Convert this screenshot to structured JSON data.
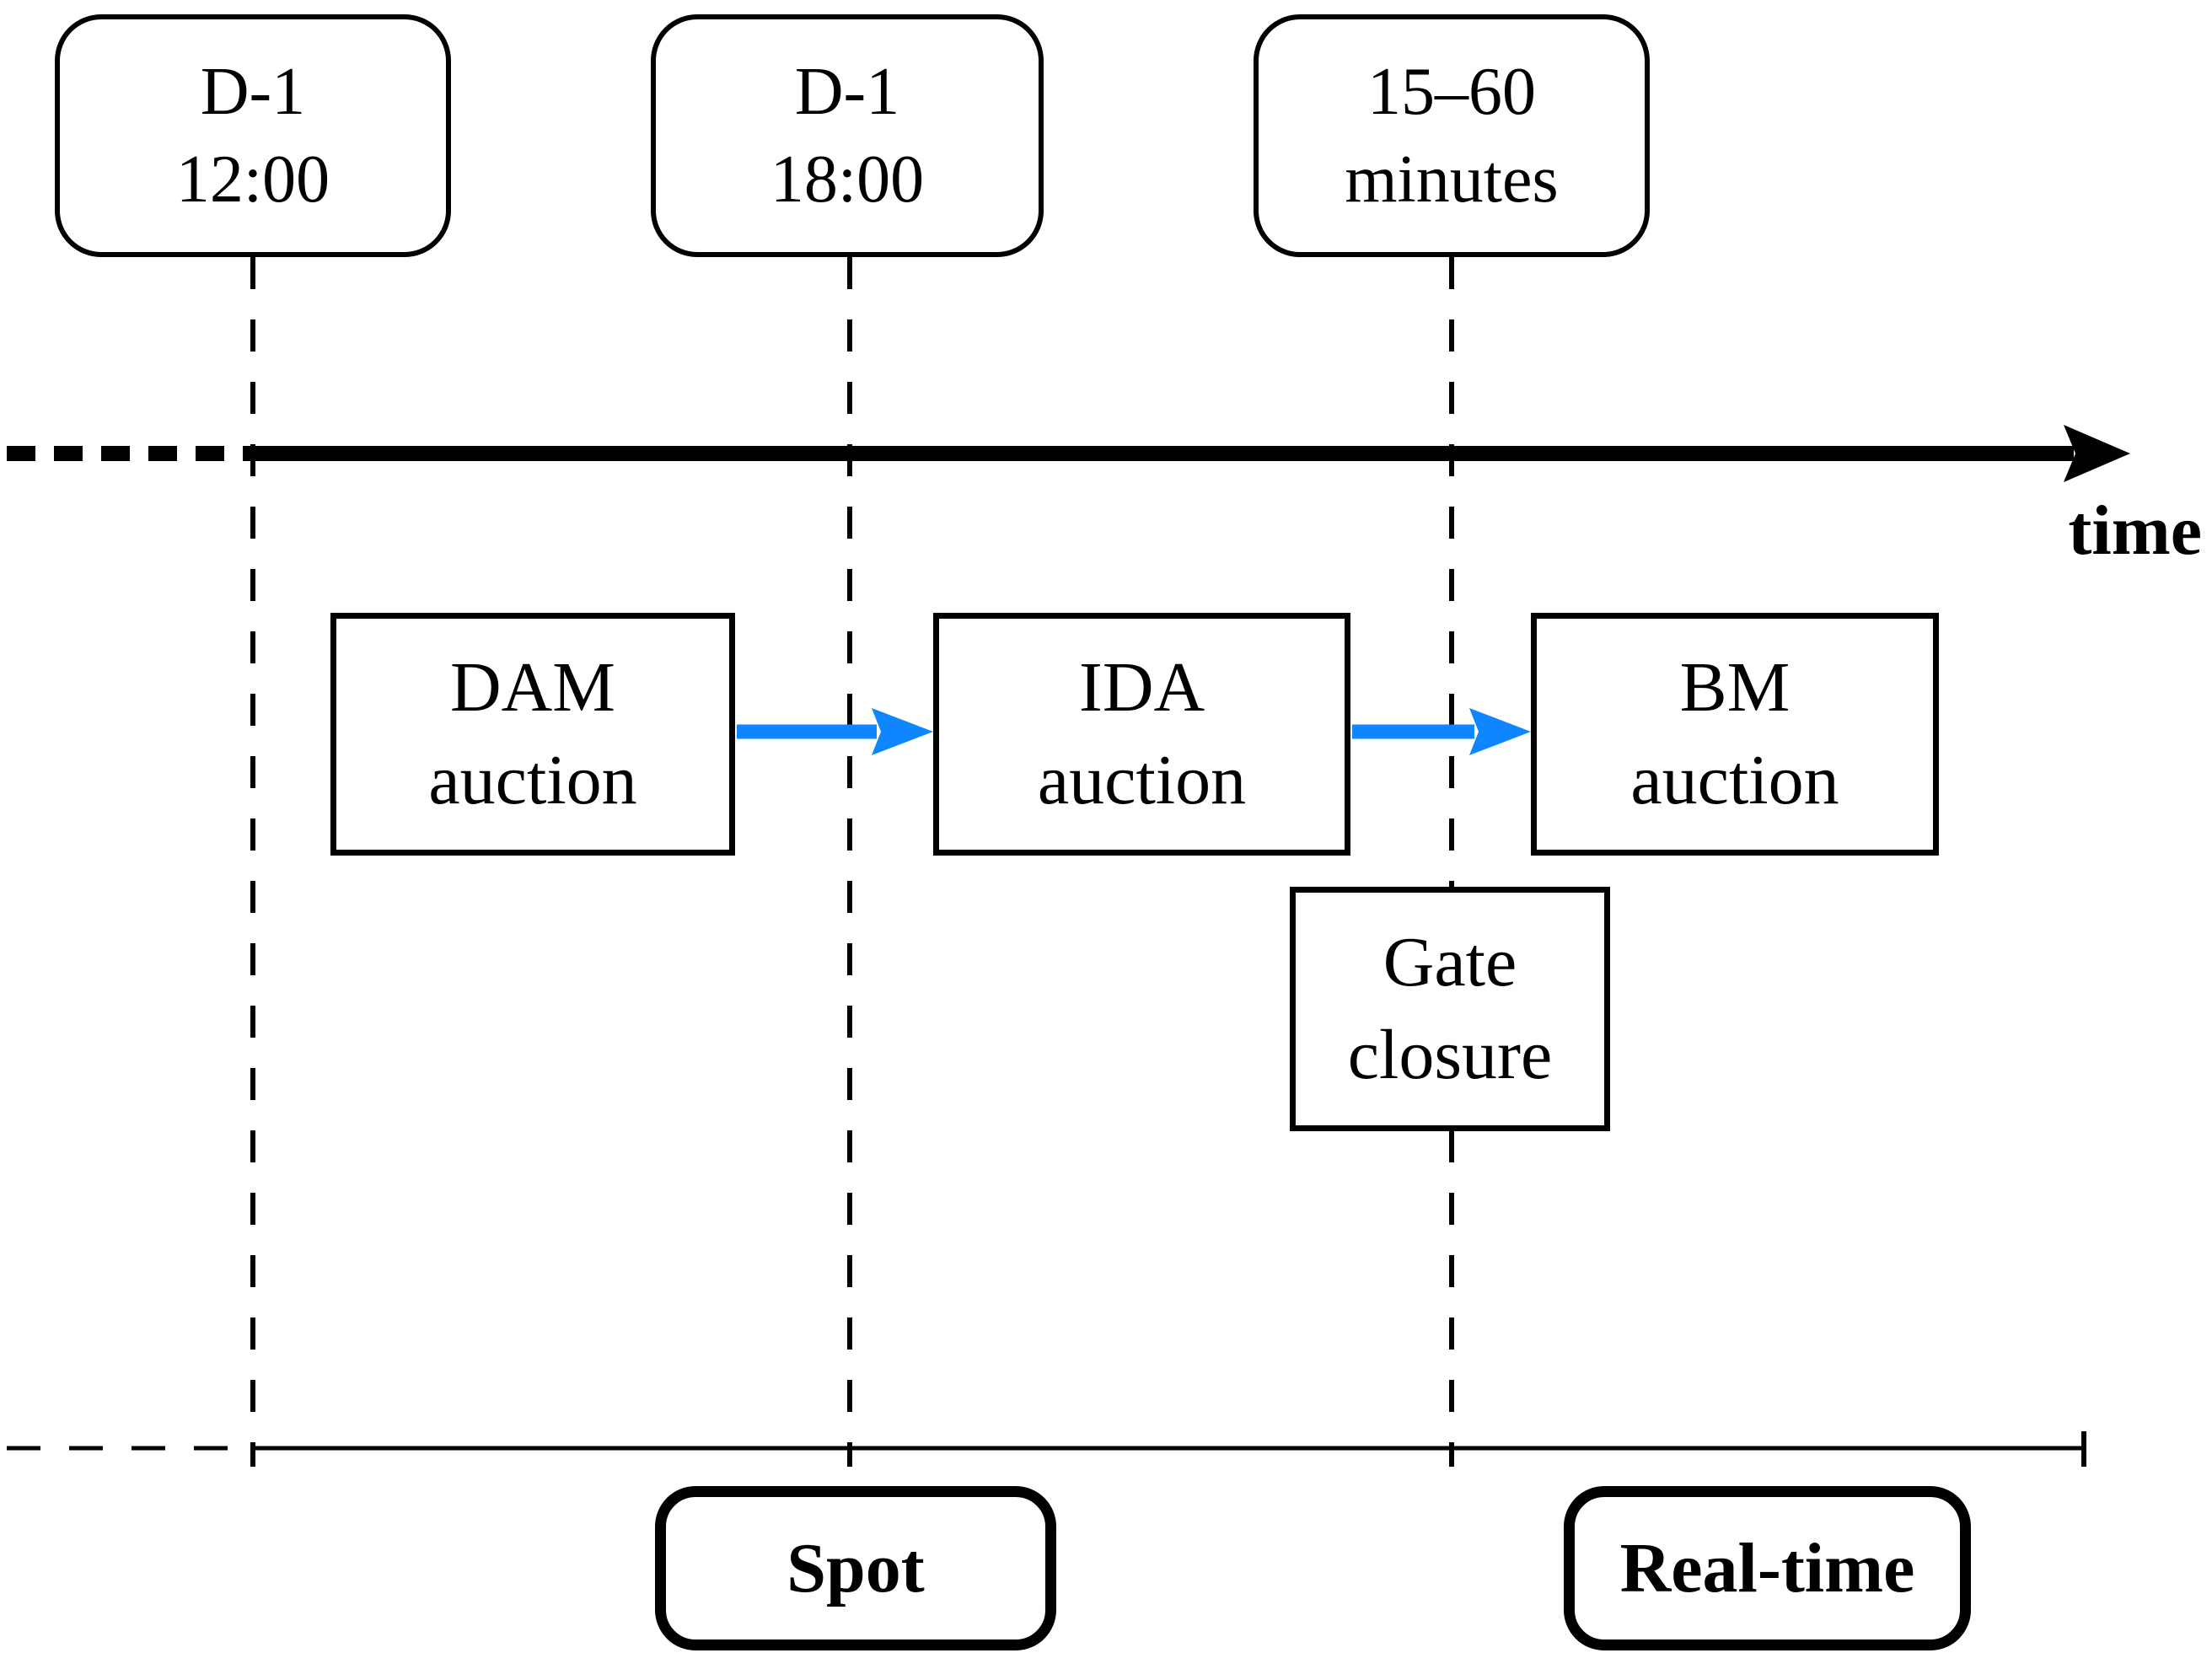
{
  "figure": {
    "time_axis_label": "time",
    "time_markers": [
      {
        "line1": "D-1",
        "line2": "12:00"
      },
      {
        "line1": "D-1",
        "line2": "18:00"
      },
      {
        "line1": "15–60",
        "line2": "minutes"
      }
    ],
    "auction_boxes": [
      {
        "line1": "DAM",
        "line2": "auction"
      },
      {
        "line1": "IDA",
        "line2": "auction"
      },
      {
        "line1": "BM",
        "line2": "auction"
      }
    ],
    "gate_closure": {
      "line1": "Gate",
      "line2": "closure"
    },
    "market_phases": [
      {
        "label": "Spot"
      },
      {
        "label": "Real-time"
      }
    ],
    "colors": {
      "flow_arrow_blue": "#0f85ff",
      "line_black": "#000000",
      "background": "#ffffff"
    }
  }
}
